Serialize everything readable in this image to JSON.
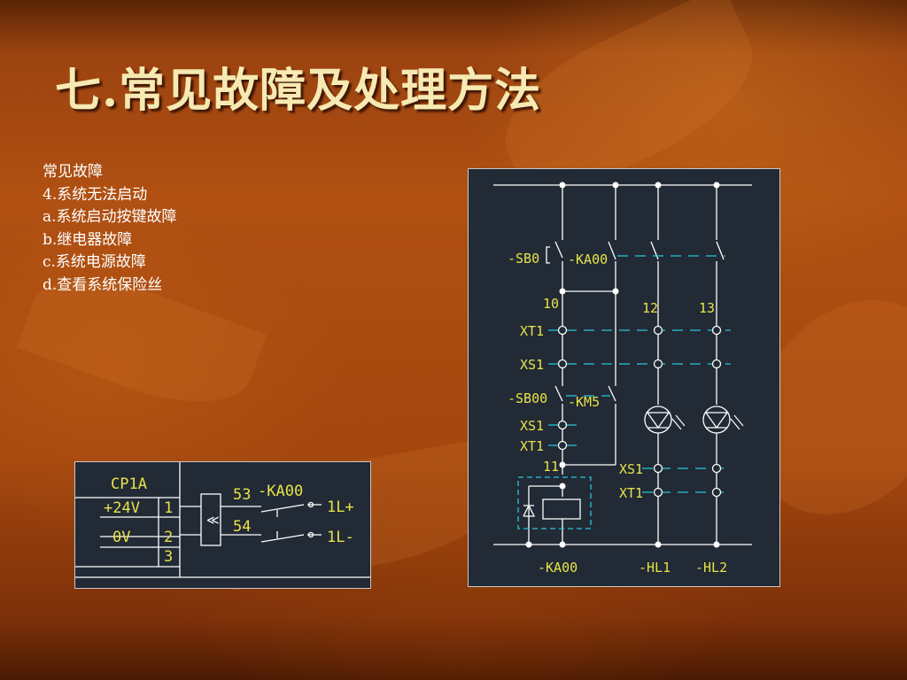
{
  "slide": {
    "title": "七.常见故障及处理方法",
    "list": [
      "常见故障",
      "4.系统无法启动",
      "a.系统启动按键故障",
      "b.继电器故障",
      "c.系统电源故障",
      "d.查看系统保险丝"
    ]
  },
  "colors": {
    "background": "#a4470f",
    "title": "#f6e9b2",
    "panel_bg": "#222a35",
    "cad_text": "#e8e24a",
    "cad_dash": "#26c6da",
    "cad_wire": "#ffffff"
  },
  "left_diagram": {
    "plc_header": "CP1A",
    "plc_rows": [
      {
        "label": "+24V",
        "terminal": "1"
      },
      {
        "label": "0V",
        "terminal": "2"
      },
      {
        "label": "",
        "terminal": "3"
      }
    ],
    "contact_top": "53",
    "contact_bottom": "54",
    "relay_label": "-KA00",
    "out_top": "1L+",
    "out_bottom": "1L-"
  },
  "right_diagram": {
    "sb0": "-SB0",
    "ka00_contact": "-KA00",
    "node_10": "10",
    "node_12": "12",
    "node_13": "13",
    "xt1_a": "XT1",
    "xs1_a": "XS1",
    "sb00": "-SB00",
    "km5": "-KM5",
    "xs1_b": "XS1",
    "xt1_b": "XT1",
    "node_11": "11",
    "xs1_c": "XS1",
    "xt1_c": "XT1",
    "coil_label": "-KA00",
    "hl1": "-HL1",
    "hl2": "-HL2"
  }
}
